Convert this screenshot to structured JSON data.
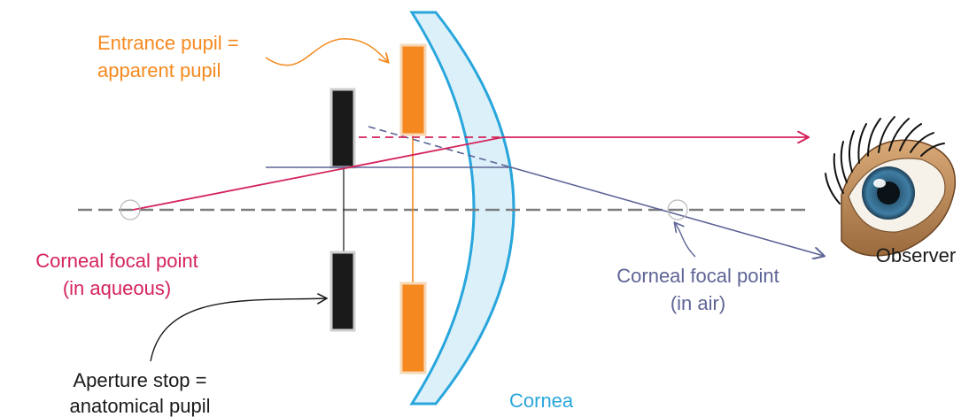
{
  "labels": {
    "entrance_pupil": [
      "Entrance pupil =",
      "apparent pupil"
    ],
    "aperture_stop": [
      "Aperture stop =",
      "anatomical pupil"
    ],
    "focal_aqueous": [
      "Corneal focal point",
      "(in aqueous)"
    ],
    "focal_air": [
      "Corneal focal point",
      "(in air)"
    ],
    "cornea": "Cornea",
    "observer": "Observer"
  },
  "colors": {
    "orange": "#f5891f",
    "crimson": "#d4235b",
    "slate": "#5e6496",
    "cornea_blue": "#29a6dc",
    "cornea_fill": "#dcf0f9",
    "dark": "#1a1a1a",
    "axis": "#7a7d80"
  },
  "icons": {
    "observer": "eye-icon"
  }
}
